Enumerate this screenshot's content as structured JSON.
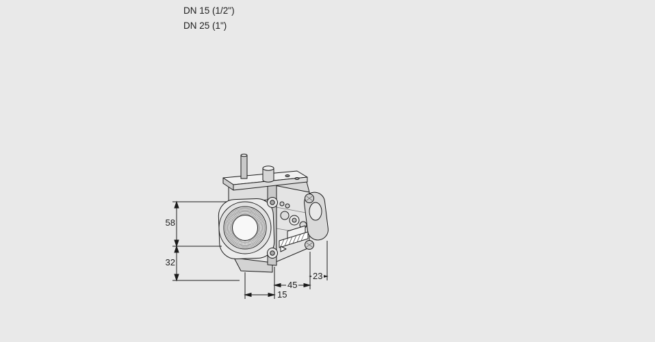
{
  "page": {
    "background": "#e9e9e9",
    "line_color": "#1a1a1a",
    "subject": "valve-technical-drawing"
  },
  "labels": {
    "size_primary": "DN 15 (1/2\")",
    "size_secondary": "DN 25 (1\")"
  },
  "dimensions": {
    "height_upper": "58",
    "height_lower": "32",
    "width_port_offset": "15",
    "width_body": "45",
    "width_cap": "23"
  }
}
